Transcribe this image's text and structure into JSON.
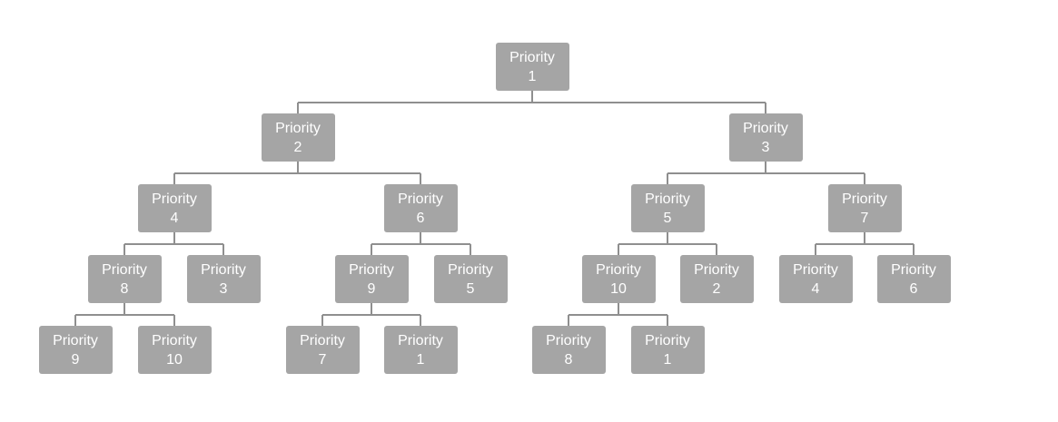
{
  "colors": {
    "node_fill": "#a5a5a5",
    "node_text": "#ffffff",
    "connector": "#8f8f8f",
    "background": "#ffffff"
  },
  "nodes": [
    {
      "id": "n1",
      "label": "Priority",
      "value": "1",
      "parent": null
    },
    {
      "id": "n2",
      "label": "Priority",
      "value": "2",
      "parent": "n1"
    },
    {
      "id": "n3",
      "label": "Priority",
      "value": "3",
      "parent": "n1"
    },
    {
      "id": "n4",
      "label": "Priority",
      "value": "4",
      "parent": "n2"
    },
    {
      "id": "n5",
      "label": "Priority",
      "value": "6",
      "parent": "n2"
    },
    {
      "id": "n6",
      "label": "Priority",
      "value": "5",
      "parent": "n3"
    },
    {
      "id": "n7",
      "label": "Priority",
      "value": "7",
      "parent": "n3"
    },
    {
      "id": "n8",
      "label": "Priority",
      "value": "8",
      "parent": "n4"
    },
    {
      "id": "n9",
      "label": "Priority",
      "value": "3",
      "parent": "n4"
    },
    {
      "id": "n10",
      "label": "Priority",
      "value": "9",
      "parent": "n5"
    },
    {
      "id": "n11",
      "label": "Priority",
      "value": "5",
      "parent": "n5"
    },
    {
      "id": "n12",
      "label": "Priority",
      "value": "10",
      "parent": "n6"
    },
    {
      "id": "n13",
      "label": "Priority",
      "value": "2",
      "parent": "n6"
    },
    {
      "id": "n14",
      "label": "Priority",
      "value": "4",
      "parent": "n7"
    },
    {
      "id": "n15",
      "label": "Priority",
      "value": "6",
      "parent": "n7"
    },
    {
      "id": "n16",
      "label": "Priority",
      "value": "9",
      "parent": "n8"
    },
    {
      "id": "n17",
      "label": "Priority",
      "value": "10",
      "parent": "n8"
    },
    {
      "id": "n18",
      "label": "Priority",
      "value": "7",
      "parent": "n10"
    },
    {
      "id": "n19",
      "label": "Priority",
      "value": "1",
      "parent": "n10"
    },
    {
      "id": "n20",
      "label": "Priority",
      "value": "8",
      "parent": "n12"
    },
    {
      "id": "n21",
      "label": "Priority",
      "value": "1",
      "parent": "n12"
    }
  ]
}
